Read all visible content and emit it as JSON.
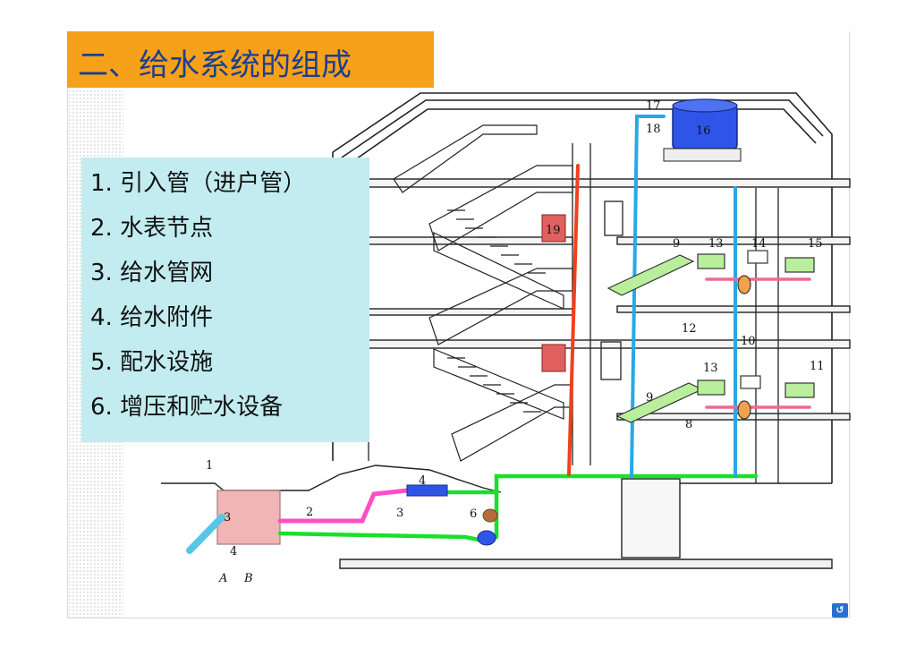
{
  "title": "二、给水系统的组成",
  "components": [
    {
      "label": "1. 引入管（进户管）"
    },
    {
      "label": "2. 水表节点"
    },
    {
      "label": "3. 给水管网"
    },
    {
      "label": "4. 给水附件"
    },
    {
      "label": "5. 配水设施"
    },
    {
      "label": "6. 增压和贮水设备"
    }
  ],
  "diagram_labels": {
    "n1": "1",
    "n2": "2",
    "n3a": "3",
    "n3b": "3",
    "n4a": "4",
    "n4b": "4",
    "n6": "6",
    "n8": "8",
    "n9a": "9",
    "n9b": "9",
    "n10": "10",
    "n11": "11",
    "n12": "12",
    "n13a": "13",
    "n13b": "13",
    "n14": "14",
    "n15": "15",
    "n16": "16",
    "n17": "17",
    "n18": "18",
    "n19": "19",
    "axisA": "A",
    "axisB": "B"
  },
  "pipe_colors": {
    "supply": "#19e02a",
    "inlet": "#ff4fc8",
    "hot_riser": "#f0401c",
    "cold_riser": "#27a9e6",
    "tank": "#2f55e8",
    "meter_pit": "#f2b5b5",
    "fixture": "#b9ef9c"
  },
  "nav": {
    "icon": "return-icon",
    "glyph": "↺"
  }
}
